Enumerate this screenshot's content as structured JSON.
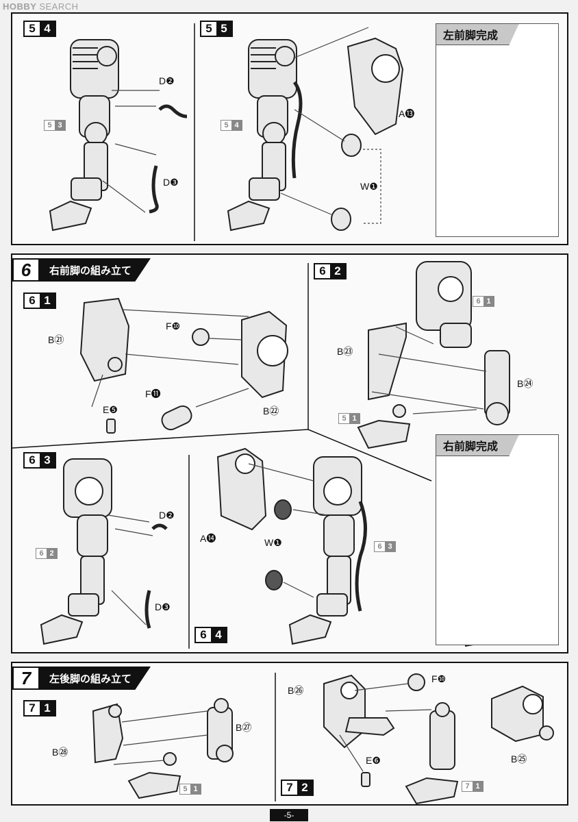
{
  "watermark": {
    "brand": "HOBBY",
    "sub": "SEARCH"
  },
  "section5": {
    "step4": {
      "major": "5",
      "minor": "4",
      "parts": [
        {
          "letter": "D",
          "num": "❷"
        },
        {
          "letter": "D",
          "num": "❸"
        }
      ],
      "ref": {
        "major": "5",
        "minor": "3"
      }
    },
    "step5": {
      "major": "5",
      "minor": "5",
      "parts": [
        {
          "letter": "A",
          "num": "⓭"
        },
        {
          "letter": "W",
          "num": "❶"
        }
      ],
      "ref": {
        "major": "5",
        "minor": "4"
      }
    },
    "complete_title": "左前脚完成"
  },
  "section6": {
    "header": {
      "num": "6",
      "title": "右前脚の組み立て"
    },
    "step1": {
      "major": "6",
      "minor": "1",
      "parts": [
        {
          "letter": "B",
          "num": "㉑"
        },
        {
          "letter": "F",
          "num": "❿"
        },
        {
          "letter": "F",
          "num": "⓫"
        },
        {
          "letter": "E",
          "num": "❺"
        },
        {
          "letter": "B",
          "num": "㉒"
        }
      ]
    },
    "step2": {
      "major": "6",
      "minor": "2",
      "parts": [
        {
          "letter": "B",
          "num": "㉓"
        },
        {
          "letter": "B",
          "num": "㉔"
        }
      ],
      "refs": [
        {
          "major": "6",
          "minor": "1"
        },
        {
          "major": "5",
          "minor": "1"
        }
      ]
    },
    "complete_title": "右前脚完成",
    "step3": {
      "major": "6",
      "minor": "3",
      "parts": [
        {
          "letter": "D",
          "num": "❷"
        },
        {
          "letter": "D",
          "num": "❸"
        }
      ],
      "ref": {
        "major": "6",
        "minor": "2"
      }
    },
    "step4": {
      "major": "6",
      "minor": "4",
      "parts": [
        {
          "letter": "A",
          "num": "⓮"
        },
        {
          "letter": "W",
          "num": "❶"
        }
      ],
      "ref": {
        "major": "6",
        "minor": "3"
      }
    }
  },
  "section7": {
    "header": {
      "num": "7",
      "title": "左後脚の組み立て"
    },
    "step1": {
      "major": "7",
      "minor": "1",
      "parts": [
        {
          "letter": "B",
          "num": "㉘"
        },
        {
          "letter": "B",
          "num": "㉗"
        }
      ],
      "ref": {
        "major": "5",
        "minor": "1"
      }
    },
    "step2": {
      "major": "7",
      "minor": "2",
      "parts": [
        {
          "letter": "B",
          "num": "㉖"
        },
        {
          "letter": "F",
          "num": "❿"
        },
        {
          "letter": "E",
          "num": "❻"
        },
        {
          "letter": "B",
          "num": "㉕"
        }
      ],
      "ref": {
        "major": "7",
        "minor": "1"
      }
    }
  },
  "page_number": "-5-"
}
